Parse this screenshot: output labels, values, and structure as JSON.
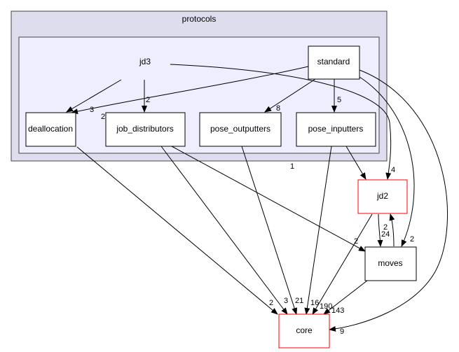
{
  "clusters": {
    "outer": "protocols",
    "inner": "jd3"
  },
  "nodes": {
    "standard": "standard",
    "deallocation": "deallocation",
    "job_distributors": "job_distributors",
    "pose_outputters": "pose_outputters",
    "pose_inputters": "pose_inputters",
    "jd2": "jd2",
    "moves": "moves",
    "core": "core"
  },
  "edge_labels": {
    "jd3_deallocation": "3",
    "standard_deallocation": "2",
    "jd3_job_distributors": "2",
    "standard_pose_outputters": "8",
    "standard_pose_inputters": "5",
    "pose_inputters_jd2": "1",
    "jd3_jd2": "4",
    "jd2_moves": "24",
    "moves_jd2": "2",
    "job_distributors_moves": "2",
    "standard_moves": "2",
    "deallocation_core": "2",
    "job_distributors_core": "3",
    "pose_outputters_core": "21",
    "pose_inputters_core": "16",
    "jd2_core": "190",
    "moves_core": "143",
    "standard_core": "9"
  },
  "colors": {
    "outer_fill": "#ddddee",
    "inner_fill": "#eeeeff",
    "highlight_border": "#ff0000"
  }
}
